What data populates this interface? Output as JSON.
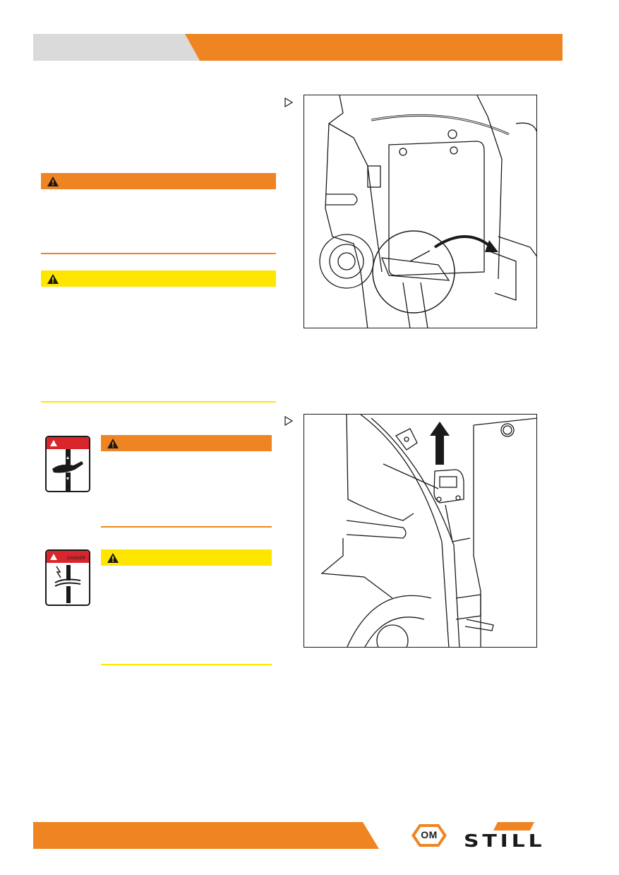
{
  "colors": {
    "accent_orange": "#ef8522",
    "caution_yellow": "#ffe600",
    "header_gray": "#dadada",
    "danger_red": "#d9262c"
  },
  "icons": {
    "warning": "warning-triangle-icon",
    "pointer": "triangle-pointer-icon"
  },
  "safety_sign_2": {
    "label": "DANGER"
  },
  "footer": {
    "logo_om": "OM",
    "logo_still": "STILL"
  }
}
